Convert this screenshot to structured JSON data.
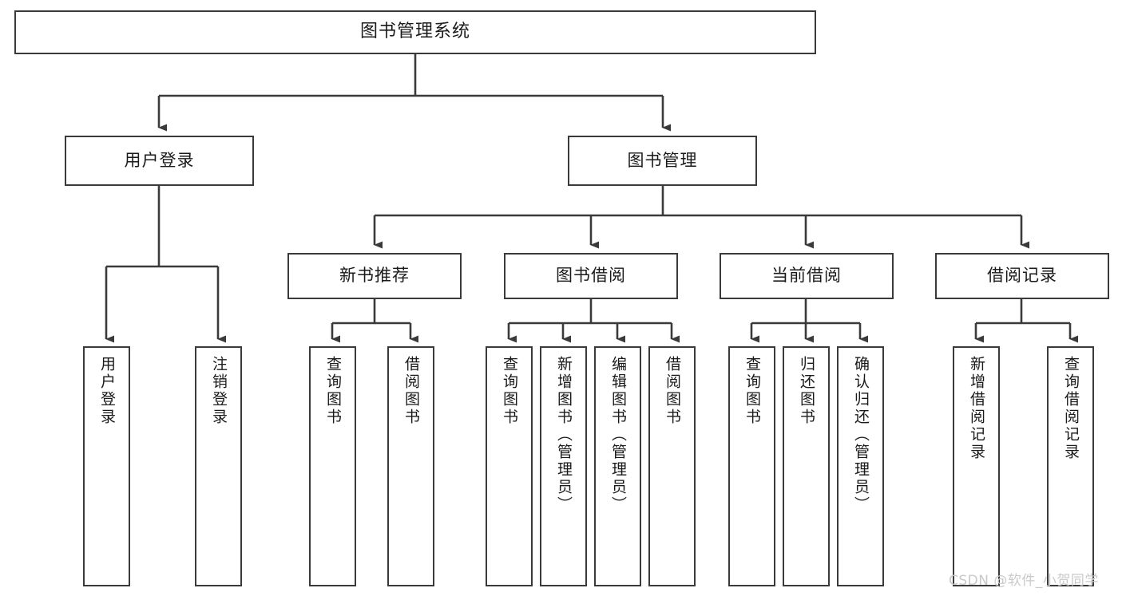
{
  "diagram": {
    "title": "图书管理系统",
    "type": "tree-hierarchy",
    "orientation": "top-down",
    "colors": {
      "box_border": "#3a3a3a",
      "box_fill": "#ffffff",
      "edge": "#3a3a3a",
      "text": "#1a1a1a",
      "watermark": "#c9c9c9",
      "background": "#ffffff"
    }
  },
  "watermark": {
    "text": "CSDN @软件_小贺同学"
  },
  "nodes": {
    "root": {
      "label": "图书管理系统"
    },
    "level2": [
      {
        "label": "用户登录"
      },
      {
        "label": "图书管理"
      }
    ],
    "level3": [
      {
        "label": "新书推荐"
      },
      {
        "label": "图书借阅"
      },
      {
        "label": "当前借阅"
      },
      {
        "label": "借阅记录"
      }
    ],
    "leaves_user_login": [
      {
        "label": "用户登录"
      },
      {
        "label": "注销登录"
      }
    ],
    "leaves_new_books": [
      {
        "label": "查询图书"
      },
      {
        "label": "借阅图书"
      }
    ],
    "leaves_borrow": [
      {
        "label": "查询图书"
      },
      {
        "label": "新增图书（管理员）"
      },
      {
        "label": "编辑图书（管理员）"
      },
      {
        "label": "借阅图书"
      }
    ],
    "leaves_current": [
      {
        "label": "查询图书"
      },
      {
        "label": "归还图书"
      },
      {
        "label": "确认归还（管理员）"
      }
    ],
    "leaves_records": [
      {
        "label": "新增借阅记录"
      },
      {
        "label": "查询借阅记录"
      }
    ]
  }
}
